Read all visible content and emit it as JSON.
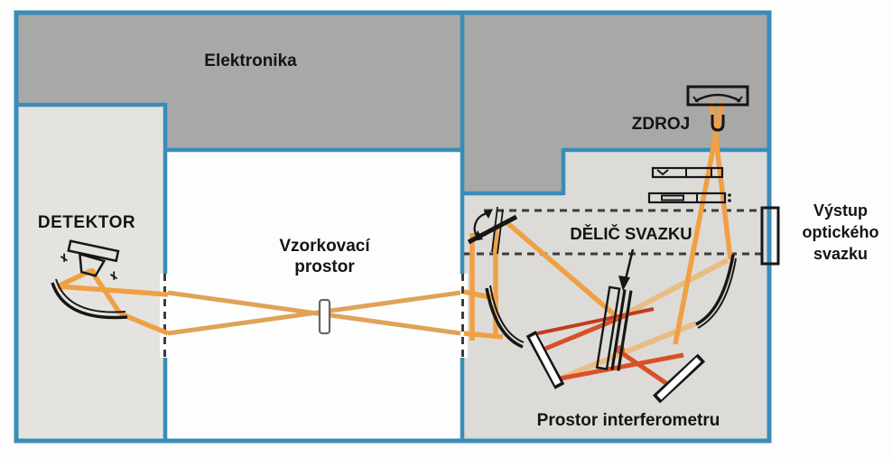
{
  "labels": {
    "electronics": "Elektronika",
    "detector": "DETEKTOR",
    "sample_space_line1": "Vzorkovací",
    "sample_space_line2": "prostor",
    "source": "ZDROJ",
    "beam_splitter": "DĚLIČ SVAZKU",
    "output_line1": "Výstup",
    "output_line2": "optického",
    "output_line3": "svazku",
    "interferometer_space": "Prostor interferometru"
  },
  "colors": {
    "border_blue": "#3a8cb8",
    "dark_gray": "#a8a8a6",
    "light_gray_detector": "#e4e3e0",
    "light_gray_interferometer": "#dcdbd8",
    "dash_gray": "#3c3c3c",
    "beam_orange": "#f0a043",
    "beam_tan": "#e9bd82",
    "beam_muted": "#dfa258",
    "beam_red": "#da4f27",
    "beam_dark_red": "#c03c1c",
    "outline_black": "#161616"
  }
}
